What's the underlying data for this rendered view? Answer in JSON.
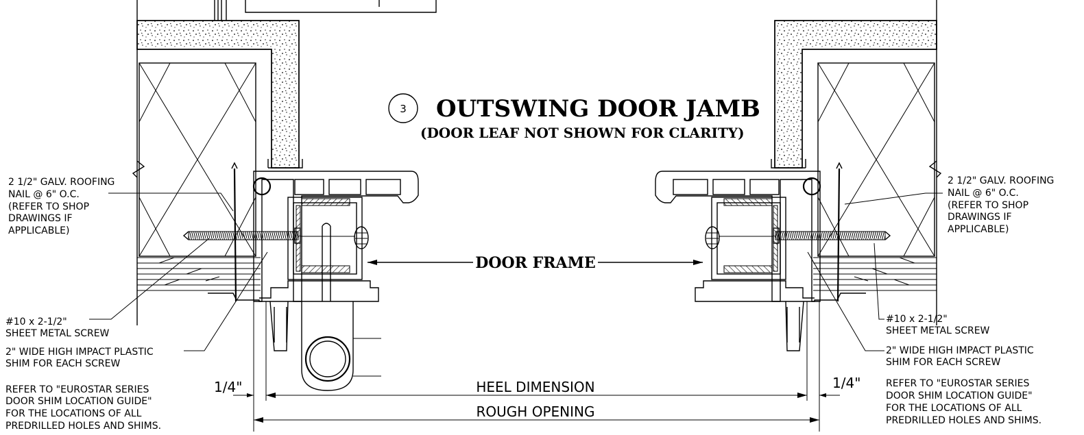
{
  "title": {
    "detail_number": "3",
    "main": "OUTSWING DOOR JAMB",
    "sub": "(DOOR LEAF NOT SHOWN FOR CLARITY)"
  },
  "center_label": "DOOR FRAME",
  "dimensions": {
    "heel": "HEEL DIMENSION",
    "rough": "ROUGH OPENING",
    "left_gap": "1/4\"",
    "right_gap": "1/4\""
  },
  "notes_left": {
    "nail": [
      "2 1/2\" GALV. ROOFING",
      "NAIL @ 6\" O.C.",
      "(REFER TO SHOP",
      "DRAWINGS IF",
      "APPLICABLE)"
    ],
    "screw": [
      "#10 x 2-1/2\"",
      "SHEET METAL SCREW"
    ],
    "shim": [
      "2\" WIDE HIGH IMPACT PLASTIC",
      "SHIM FOR EACH SCREW"
    ],
    "refer": [
      "REFER TO \"EUROSTAR SERIES",
      "DOOR SHIM LOCATION GUIDE\"",
      "FOR THE LOCATIONS OF ALL",
      "PREDRILLED HOLES AND SHIMS."
    ]
  },
  "notes_right": {
    "nail": [
      "2 1/2\" GALV. ROOFING",
      "NAIL @ 6\" O.C.",
      "(REFER TO SHOP",
      "DRAWINGS IF",
      "APPLICABLE)"
    ],
    "screw": [
      "#10 x 2-1/2\"",
      "SHEET METAL SCREW"
    ],
    "shim": [
      "2\" WIDE HIGH IMPACT PLASTIC",
      "SHIM FOR EACH SCREW"
    ],
    "refer": [
      "REFER TO \"EUROSTAR SERIES",
      "DOOR SHIM LOCATION GUIDE\"",
      "FOR THE LOCATIONS OF ALL",
      "PREDRILLED HOLES AND SHIMS."
    ]
  }
}
